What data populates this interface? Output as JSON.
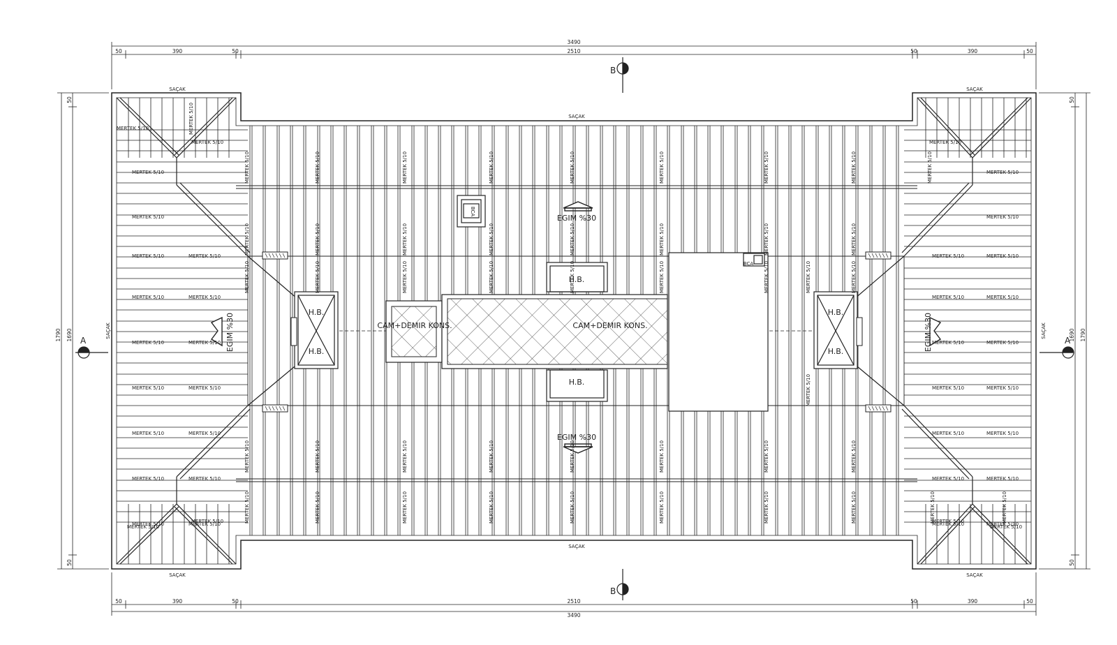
{
  "dimensions": {
    "total": "3490",
    "eave": "50",
    "wing": "390",
    "center": "2510",
    "height_total": "1790",
    "height_inner": "1690"
  },
  "labels": {
    "eave": "SAÇAK",
    "rafter": "MERTEK 5/10",
    "slope": "EGIM %30",
    "glass": "CAM+DEMIR KONS.",
    "hb": "H.B.",
    "section_a": "A",
    "section_b": "B",
    "vent": "BCA"
  },
  "colors": {
    "line": "#222222",
    "background": "#ffffff"
  }
}
